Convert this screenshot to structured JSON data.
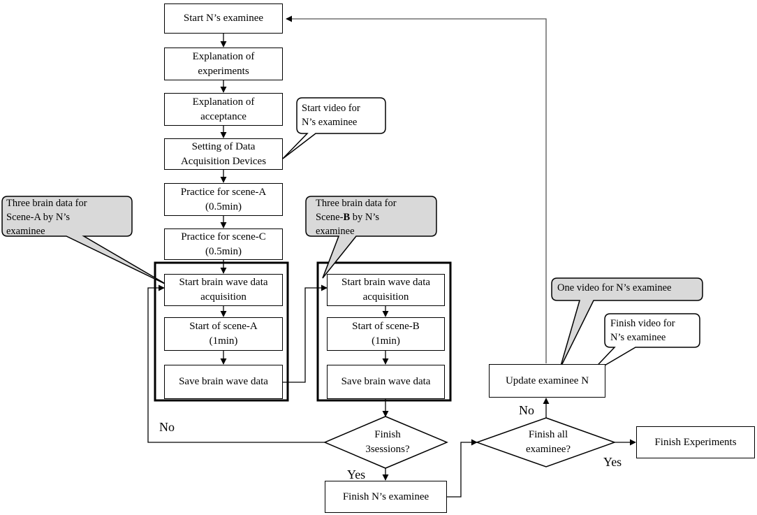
{
  "nodes": {
    "start_examinee": "Start N’s examinee",
    "explanation_experiments": [
      "Explanation of",
      "experiments"
    ],
    "explanation_acceptance": [
      "Explanation of",
      "acceptance"
    ],
    "setting_devices": [
      "Setting of Data",
      "Acquisition Devices"
    ],
    "practice_a": [
      "Practice for scene-A",
      "(0.5min)"
    ],
    "practice_c": [
      "Practice for scene-C",
      "(0.5min)"
    ],
    "start_bw_a": [
      "Start brain wave data",
      "acquisition"
    ],
    "scene_a": [
      "Start of scene-A",
      "(1min)"
    ],
    "save_a": "Save brain wave data",
    "start_bw_b": [
      "Start brain wave data",
      "acquisition"
    ],
    "scene_b": [
      "Start of scene-B",
      "(1min)"
    ],
    "save_b": "Save brain wave data",
    "finish_sessions": [
      "Finish",
      "3sessions?"
    ],
    "finish_examinee": "Finish N’s examinee",
    "finish_all": [
      "Finish all",
      "examinee?"
    ],
    "update_examinee": "Update examinee N",
    "finish_experiments": "Finish Experiments"
  },
  "callouts": {
    "start_video": [
      "Start video for",
      "N’s examinee"
    ],
    "three_a": [
      "Three brain data for",
      "Scene-A by N’s",
      "examinee"
    ],
    "three_b_prefix": "Scene-",
    "three_b_bold": "B",
    "three_b_suffix": " by N’s",
    "three_b_line1": "Three brain data for",
    "three_b_line3": "examinee",
    "one_video": "One video for N’s examinee",
    "finish_video": [
      "Finish video for",
      "N’s examinee"
    ]
  },
  "labels": {
    "no_sessions": "No",
    "yes_sessions": "Yes",
    "no_all": "No",
    "yes_all": "Yes"
  },
  "colors": {
    "callout_grey": "#d9d9d9",
    "line": "#000000",
    "connector": "#555555"
  }
}
